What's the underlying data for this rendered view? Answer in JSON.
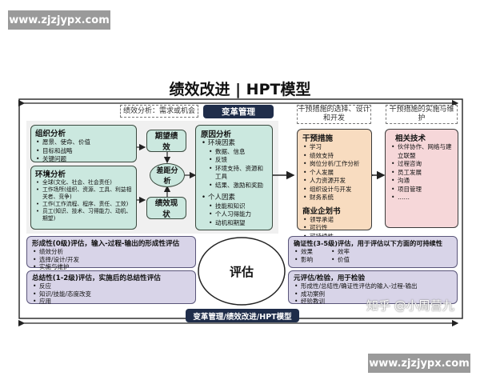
{
  "watermark_top": "www.zjzjypx.com",
  "watermark_bottom": "www.zjzjypx.com",
  "title": "绩效改进 | HPT模型",
  "perf_analysis": "绩效分析：需求或机会",
  "change_mgmt": "变革管理",
  "intervention_select": "干预措施的选择、设计和开发",
  "intervention_impl": "干预措施的实施与维护",
  "org_analysis": {
    "title": "组织分析",
    "items": [
      "愿景、使命、价值",
      "目标和战略",
      "关键问题"
    ]
  },
  "env_analysis": {
    "title": "环境分析",
    "items": [
      "全球(文化、社会、社会责任)",
      "工作场所(组织、资源、工具、利益相关者、竞争)",
      "工作(工作流程、程序、责任、工效)",
      "员工(知识、技术、习得能力、动机、期望)"
    ]
  },
  "desired": "期望绩效",
  "gap": "差距分析",
  "current": "绩效现状",
  "cause": {
    "title": "原因分析",
    "env_title": "环境因素",
    "env_items": [
      "数据、信息",
      "反馈",
      "环境支持、资源和工具",
      "结果、激励和奖励"
    ],
    "person_title": "个人因素",
    "person_items": [
      "技能和知识",
      "个人习得能力",
      "动机和期望"
    ]
  },
  "interventions": {
    "title": "干预措施",
    "items": [
      "学习",
      "绩效支持",
      "岗位分析/工作分析",
      "个人发展",
      "人力资源开发",
      "组织设计与开发",
      "财务系统"
    ],
    "biz_title": "商业企划书",
    "biz_items": [
      "领导承诺",
      "可行性",
      "可持续性"
    ]
  },
  "related": {
    "title": "相关技术",
    "items": [
      "伙伴协作、网络与建立联盟",
      "过程咨询",
      "员工发展",
      "沟通",
      "项目管理",
      "……"
    ]
  },
  "formative": {
    "title": "形成性(0级)评估，输入-过程-输出的形成性评估",
    "items": [
      "绩效分析",
      "选择/设计/开发",
      "实施与维护"
    ]
  },
  "summative": {
    "title": "总结性(1-2级)评估，实施后的总结性评估",
    "items": [
      "反应",
      "知识/技能/态度改变",
      "应用"
    ]
  },
  "evaluation": "评估",
  "confirmative": {
    "title": "确证性(3-5级)评估，用于评估以下方面的可持续性",
    "items": [
      "效果",
      "效率",
      "影响",
      "价值"
    ]
  },
  "meta": {
    "title": "元评估/检验，用于检验",
    "items": [
      "形成性/总结性/确证性评估的输入-过程-输出",
      "成功案例",
      "经验教训"
    ]
  },
  "bottom_bar": "变革管理/绩效改进/HPT模型",
  "zhihu_mark": "知乎 @小周营九",
  "colors": {
    "dark": "#1f2d4a",
    "green": "#cbe8df",
    "orange": "#f8dcc0",
    "pink": "#f6d7d9",
    "purple": "#d8d4e8"
  }
}
